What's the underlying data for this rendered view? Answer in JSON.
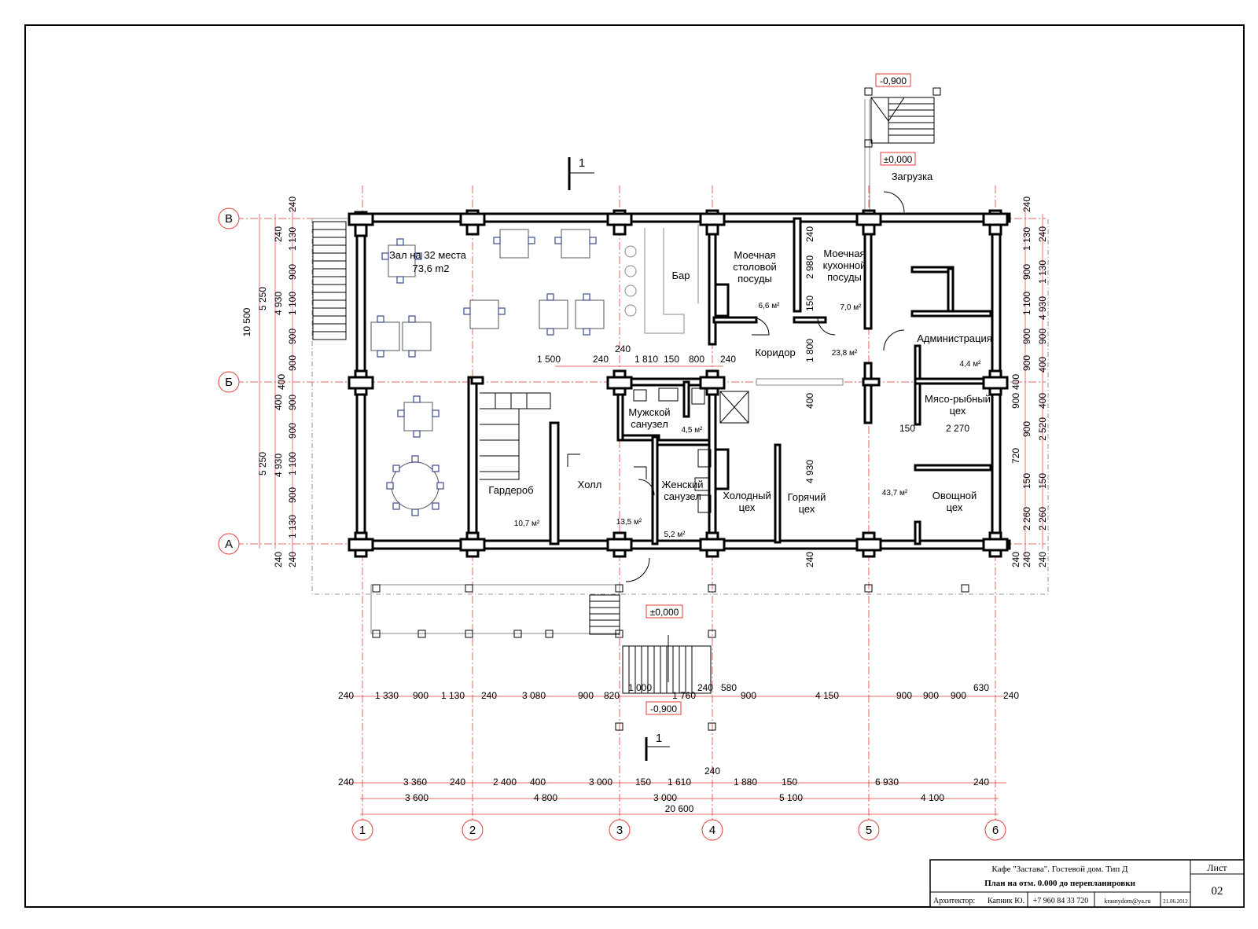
{
  "sheet": {
    "project": "Кафе \"Застава\". Гостевой дом. Тип Д",
    "drawing": "План на отм. 0.000 до перепланировки",
    "architect_label": "Архитектор:",
    "architect": "Капник Ю.",
    "phone": "+7 960 84 33 720",
    "email": "krasnydom@ya.ru",
    "date": "21.06.2012",
    "sheet_label": "Лист",
    "sheet_no": "02"
  },
  "levels": {
    "top_stair": "-0,900",
    "loading": "±0,000",
    "entrance": "±0,000",
    "bottom_stair": "-0,900"
  },
  "section_mark": "1",
  "axes": {
    "columns": [
      "1",
      "2",
      "3",
      "4",
      "5",
      "6"
    ],
    "rows": [
      "В",
      "Б",
      "А"
    ]
  },
  "rooms": {
    "hall_name": "Зал на 32 места",
    "hall_area": "73,6 m2",
    "bar": "Бар",
    "dish_wash_1": "Моечная",
    "dish_wash_2": "столовой",
    "dish_wash_3": "посуды",
    "dish_wash_area": "6,6 м²",
    "kitchen_wash_1": "Моечная",
    "kitchen_wash_2": "кухонной",
    "kitchen_wash_3": "посуды",
    "kitchen_wash_area": "7,0 м²",
    "loading": "Загрузка",
    "corridor": "Коридор",
    "corridor_area": "23,8 м²",
    "admin": "Администрация",
    "admin_area": "4,4 м²",
    "meat_fish_1": "Мясо-рыбный",
    "meat_fish_2": "цех",
    "mens_wc_1": "Мужской",
    "mens_wc_2": "санузел",
    "mens_wc_area": "4,5 м²",
    "womens_wc_1": "Женский",
    "womens_wc_2": "санузел",
    "womens_wc_area": "5,2 м²",
    "wardrobe": "Гардероб",
    "wardrobe_area": "10,7 м²",
    "lobby": "Холл",
    "lobby_area": "13,5 м²",
    "cold_1": "Холодный",
    "cold_2": "цех",
    "hot_1": "Горячий",
    "hot_2": "цех",
    "kitchen_area": "43,7 м²",
    "veg_1": "Овощной",
    "veg_2": "цех"
  },
  "dims": {
    "left_total": "10 500",
    "left_mid_top": "5 250",
    "left_mid_bot": "5 250",
    "left_inner_top": "4 930",
    "left_inner_bot": "4 930",
    "left_v": [
      "240",
      "240",
      "1 130",
      "900",
      "1 100",
      "900",
      "900",
      "400",
      "400",
      "900",
      "900",
      "1 100",
      "900",
      "1 130",
      "240",
      "240"
    ],
    "right_outer": [
      "240",
      "240",
      "1 130",
      "900",
      "1 100",
      "900",
      "900",
      "400",
      "400",
      "900",
      "2 520",
      "720",
      "150",
      "2 260",
      "240"
    ],
    "right_inner": [
      "240",
      "1 130",
      "4 930",
      "900",
      "400",
      "900",
      "150",
      "2 260",
      "240"
    ],
    "inner_h": [
      "1 500",
      "240",
      "240",
      "1 810",
      "150",
      "800",
      "240"
    ],
    "inner_misc": [
      "2 980",
      "150",
      "240",
      "1 800",
      "400",
      "4 930",
      "240",
      "150",
      "2 270"
    ],
    "row1": [
      "240",
      "1 330",
      "900",
      "1 130",
      "240",
      "3 080",
      "900",
      "820",
      "1 000",
      "1 760",
      "240",
      "580",
      "900",
      "4 150",
      "900",
      "900",
      "900",
      "630",
      "240"
    ],
    "row2": [
      "240",
      "3 360",
      "240",
      "2 400",
      "400",
      "3 000",
      "150",
      "1 610",
      "240",
      "1 880",
      "150",
      "6 930",
      "240"
    ],
    "row3": [
      "3 600",
      "4 800",
      "3 000",
      "5 100",
      "4 100"
    ],
    "total": "20 600"
  }
}
